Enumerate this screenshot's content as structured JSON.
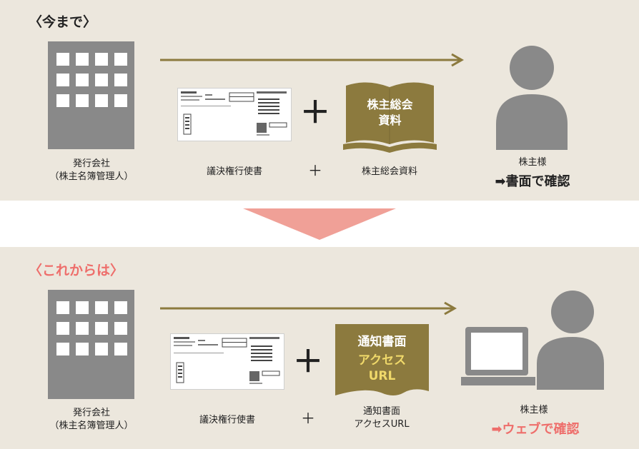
{
  "colors": {
    "panel_bg": "#ece7dd",
    "gray": "#898989",
    "gold": "#8c7a3e",
    "pink": "#f0a097",
    "pink_text": "#ee6e6b"
  },
  "before": {
    "heading": "〈今まで〉",
    "issuer_line1": "発行会社",
    "issuer_line2": "（株主名簿管理人）",
    "proxy_form_label": "議決権行使書",
    "plus": "＋",
    "plus_small": "＋",
    "book_title_line1": "株主総会",
    "book_title_line2": "資料",
    "materials_label": "株主総会資料",
    "shareholder_label": "株主様",
    "confirm_text": "➡書面で確認"
  },
  "after": {
    "heading": "〈これからは〉",
    "issuer_line1": "発行会社",
    "issuer_line2": "（株主名簿管理人）",
    "proxy_form_label": "議決権行使書",
    "plus": "＋",
    "plus_small": "＋",
    "notice_title": "通知書面",
    "notice_line1": "アクセス",
    "notice_line2": "URL",
    "notice_label_line1": "通知書面",
    "notice_label_line2": "アクセスURL",
    "shareholder_label": "株主様",
    "confirm_text": "➡ウェブで確認"
  }
}
